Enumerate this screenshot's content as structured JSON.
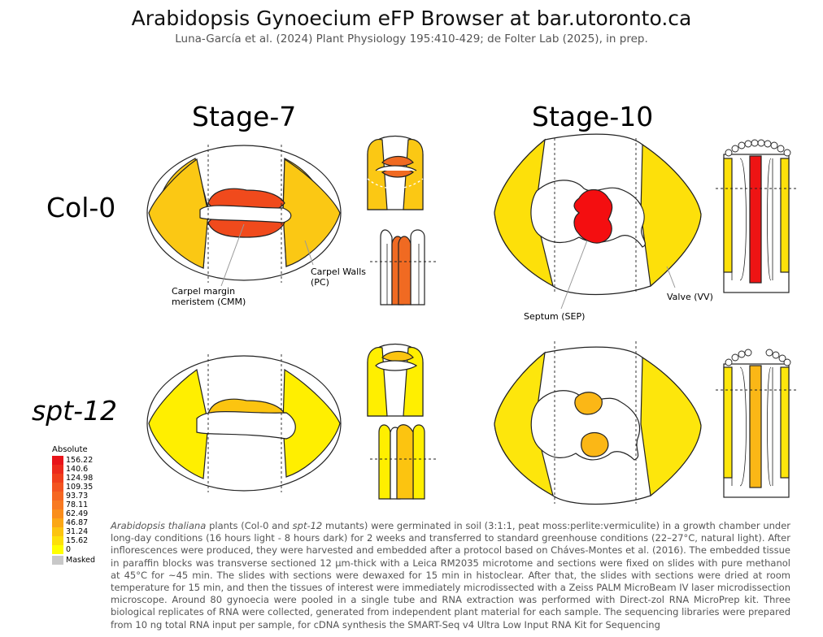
{
  "header": {
    "title": "Arabidopsis Gynoecium eFP Browser at bar.utoronto.ca",
    "subtitle": "Luna-García et al. (2024) Plant Physiology 195:410-429; de Folter Lab (2025), in prep."
  },
  "stages": [
    "Stage-7",
    "Stage-10"
  ],
  "rows": [
    "Col-0",
    "spt-12"
  ],
  "annotations": {
    "cmm": "Carpel margin\nmeristem (CMM)",
    "pc": "Carpel Walls\n(PC)",
    "sep": "Septum (SEP)",
    "vv": "Valve (VV)"
  },
  "legend": {
    "title": "Absolute",
    "entries": [
      {
        "value": "156.22",
        "color": "#e8141a"
      },
      {
        "value": "140.6",
        "color": "#ec2a1c"
      },
      {
        "value": "124.98",
        "color": "#f03f1c"
      },
      {
        "value": "109.35",
        "color": "#f35420"
      },
      {
        "value": "93.73",
        "color": "#f56722"
      },
      {
        "value": "78.11",
        "color": "#f87a22"
      },
      {
        "value": "62.49",
        "color": "#fa8e1c"
      },
      {
        "value": "46.87",
        "color": "#fba716"
      },
      {
        "value": "31.24",
        "color": "#fcc410"
      },
      {
        "value": "15.62",
        "color": "#fde00a"
      },
      {
        "value": "0",
        "color": "#ffff00"
      }
    ],
    "masked_label": "Masked",
    "masked_color": "#c8c8c8"
  },
  "colors": {
    "col0_stage7_valve": "#fbc814",
    "col0_stage7_cmm": "#f04a1c",
    "col0_stage7_topview_cmm": "#f06a22",
    "col0_stage7_long": "#f06a22",
    "col0_stage10_valve": "#fde00a",
    "col0_stage10_septum": "#f40e10",
    "col0_stage10_long_septum": "#ee1414",
    "spt_stage7_valve": "#ffef00",
    "spt_stage7_cmm": "#fcc410",
    "spt_stage10_valve": "#fde60c",
    "spt_stage10_septum": "#fbb716"
  },
  "description": {
    "species": "Arabidopsis thaliana",
    "part1": " plants (Col-0 and ",
    "mutant": "spt-12",
    "part2": " mutants) were germinated in soil (3:1:1, peat moss:perlite:vermiculite) in a growth chamber under long-day conditions (16 hours light - 8 hours dark) for 2 weeks and transferred to standard greenhouse conditions (22–27°C, natural light). After inflorescences were produced, they were harvested and embedded after a protocol based on Cháves-Montes et al. (2016). The embedded tissue in paraffin blocks was transverse sectioned 12 µm-thick with a Leica RM2035 microtome and sections were fixed on slides with pure methanol at 45°C for ~45 min. The slides with sections were dewaxed for 15 min in histoclear. After that, the slides with sections were dried at room temperature for 15 min, and then the tissues of interest were immediately microdissected with a Zeiss PALM MicroBeam IV laser microdissection microscope. Around 80 gynoecia were pooled in a single tube and RNA extraction was performed with Direct-zol RNA MicroPrep kit. Three biological replicates of RNA were collected, generated from independent plant material for each sample. The sequencing libraries were prepared from 10 ng total RNA input per sample, for cDNA synthesis the SMART-Seq v4 Ultra Low Input RNA Kit for Sequencing"
  }
}
